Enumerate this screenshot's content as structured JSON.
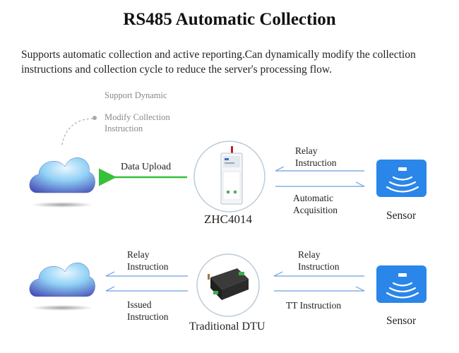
{
  "title": "RS485 Automatic Collection",
  "description": "Supports automatic collection and active reporting.Can dynamically modify the collection instructions and collection cycle to reduce the server's processing flow.",
  "note": {
    "line1": "Support Dynamic",
    "line2": "Modify Collection",
    "line3": "Instruction"
  },
  "top_row": {
    "data_upload": "Data Upload",
    "relay_instruction": [
      "Relay",
      "Instruction"
    ],
    "automatic_acquisition": [
      "Automatic",
      "Acquisition"
    ],
    "device_name": "ZHC4014",
    "sensor_name": "Sensor"
  },
  "bottom_row": {
    "relay_instruction_left": [
      "Relay",
      "Instruction"
    ],
    "issued_instruction": [
      "Issued",
      "Instruction"
    ],
    "relay_instruction_right": [
      "Relay",
      "Instruction"
    ],
    "tt_instruction": "TT Instruction",
    "device_name": "Traditional DTU",
    "sensor_name": "Sensor"
  },
  "colors": {
    "upload_arrow": "#36c13a",
    "flow_arrow": "#6aa0dc",
    "sensor_bg": "#2a86e8",
    "cloud_light": "#cfe9ff",
    "cloud_dark": "#4a53b8"
  },
  "icons": [
    "cloud-icon",
    "sensor-icon",
    "zhc4014-device-icon",
    "dtu-device-icon",
    "dashed-curve-icon"
  ]
}
